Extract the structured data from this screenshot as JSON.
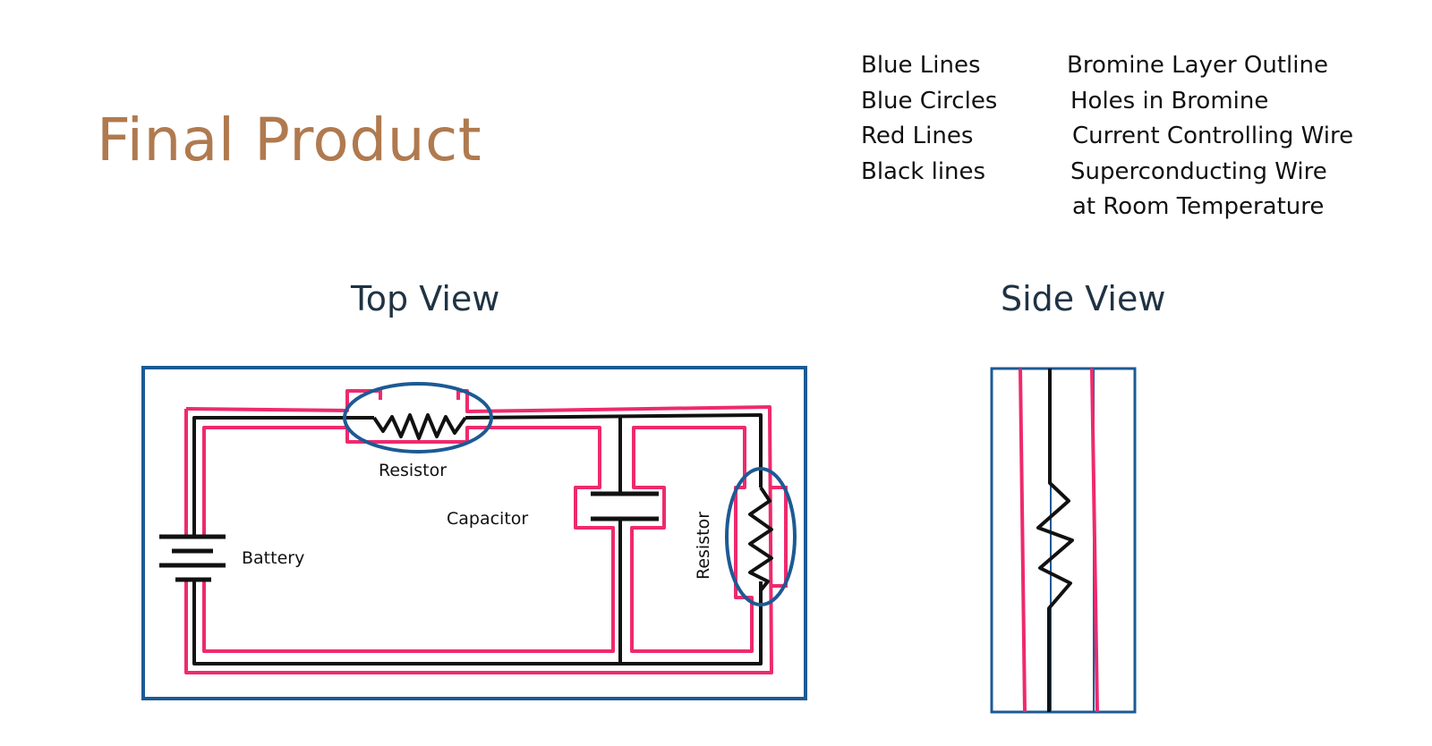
{
  "slide": {
    "title": "Final Product"
  },
  "legend": {
    "items": [
      {
        "key": "Blue Lines",
        "value": "Bromine Layer Outline"
      },
      {
        "key": "Blue Circles",
        "value": "Holes in Bromine"
      },
      {
        "key": "Red Lines",
        "value": "Current Controlling Wire"
      },
      {
        "key": "Black lines",
        "value": "Superconducting Wire"
      },
      {
        "key": "",
        "value": "at Room Temperature"
      }
    ]
  },
  "top_view": {
    "title": "Top View",
    "labels": {
      "resistor_top": "Resistor",
      "capacitor": "Capacitor",
      "battery": "Battery",
      "resistor_right": "Resistor"
    }
  },
  "side_view": {
    "title": "Side View"
  },
  "colors": {
    "title": "#b07a4f",
    "blue": "#1c5a94",
    "red": "#ee2a6e",
    "black": "#111111"
  }
}
